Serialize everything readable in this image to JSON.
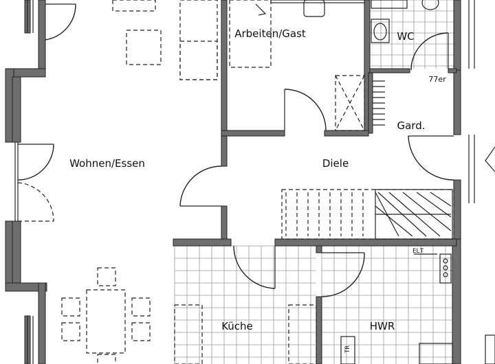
{
  "plan": {
    "rooms": [
      {
        "id": "wohnen",
        "label": "Wohnen/Essen"
      },
      {
        "id": "arbeiten",
        "label": "Arbeiten/Gast"
      },
      {
        "id": "wc",
        "label": "WC"
      },
      {
        "id": "garderobe",
        "label": "Gard."
      },
      {
        "id": "diele",
        "label": "Diele"
      },
      {
        "id": "kueche",
        "label": "Küche"
      },
      {
        "id": "hwr",
        "label": "HWR"
      }
    ],
    "annotations": {
      "duct": "77er",
      "elt": "ELT",
      "tr": "TR"
    }
  }
}
